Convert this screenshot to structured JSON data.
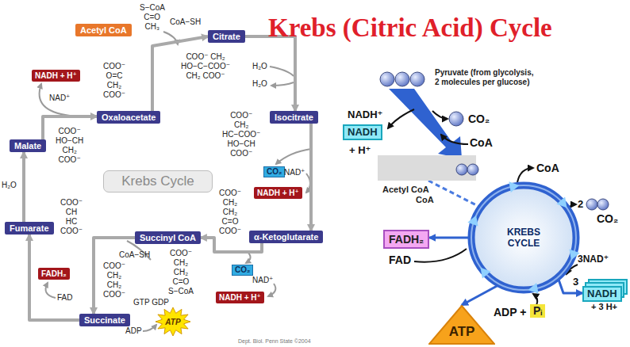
{
  "diagram": {
    "title": "Krebs (Citric Acid) Cycle",
    "nodes": [
      {
        "text": [
          "Acetyl CoA"
        ]
      },
      {
        "text": [
          "NADH + H⁺"
        ]
      },
      {
        "text": [
          "Oxaloacetate"
        ]
      },
      {
        "text": [
          "Citrate"
        ]
      },
      {
        "text": [
          "Isocitrate"
        ]
      },
      {
        "text": [
          "CO₂"
        ]
      },
      {
        "text": [
          "NADH + H⁺"
        ]
      },
      {
        "text": [
          "Malate"
        ]
      },
      {
        "text": [
          "Krebs Cycle"
        ]
      },
      {
        "text": [
          "α-Ketoglutarate"
        ]
      },
      {
        "text": [
          "Fumarate"
        ]
      },
      {
        "text": [
          "Succinyl CoA"
        ]
      },
      {
        "text": [
          "CO₂"
        ]
      },
      {
        "text": [
          "NADH + H⁺"
        ]
      },
      {
        "text": [
          "FADH₂"
        ]
      },
      {
        "text": [
          "Succinate"
        ]
      },
      {
        "text": [
          "ATP"
        ]
      },
      {
        "text": [
          "NADH"
        ]
      },
      {
        "text": [
          "Acetyl CoA",
          "CoA"
        ]
      },
      {
        "text": [
          "KREBS CYCLE"
        ]
      },
      {
        "text": [
          "FADH₂"
        ]
      },
      {
        "text": [
          "NADH"
        ]
      },
      {
        "text": [
          "Pᵢ"
        ]
      },
      {
        "text": [
          "ATP"
        ]
      }
    ],
    "edges": [
      {
        "from": 2,
        "to": 3,
        "arrow": "to"
      },
      {
        "from": 3,
        "to": 4,
        "arrow": "to"
      },
      {
        "from": 4,
        "to": 9,
        "arrow": "to"
      },
      {
        "from": 9,
        "to": 11,
        "arrow": "to"
      },
      {
        "from": 11,
        "to": 15,
        "arrow": "to"
      },
      {
        "from": 15,
        "to": 10,
        "arrow": "to"
      },
      {
        "from": 10,
        "to": 7,
        "arrow": "to"
      },
      {
        "from": 7,
        "to": 2,
        "arrow": "to"
      },
      {
        "from": 18,
        "to": 19,
        "arrow": "none"
      },
      {
        "from": 19,
        "to": 20,
        "arrow": "to"
      },
      {
        "from": 19,
        "to": 21,
        "arrow": "to"
      },
      {
        "from": 19,
        "to": 23,
        "arrow": "to"
      }
    ],
    "labels": [
      "S−CoA C=O CH₃",
      "CoA−SH",
      "NAD⁺",
      "COO⁻ O=C CH₂ COO⁻",
      "COO⁻ CH₂ HO−C−COO⁻ CH₂ COO⁻",
      "H₂O",
      "H₂O",
      "COO⁻ CH₂ HC−COO⁻ HO−CH COO⁻",
      "NAD⁺",
      "COO⁻ HO−CH CH₂ COO⁻",
      "H₂O",
      "COO⁻ CH₂ CH₂ C=O COO⁻",
      "COO⁻ CH HC COO⁻",
      "NAD⁺",
      "COO⁻ CH₂ CH₂ C=O S−CoA",
      "CoA−SH",
      "COO⁻ CH₂ CH₂ COO⁻",
      "FAD",
      "GTP GDP",
      "ADP",
      "Dept. Biol. Penn State ©2004",
      "Pyruvate (from glycolysis, 2 molecules per glucose)",
      "NADH⁺",
      "+ H⁺",
      "CO₂",
      "CoA",
      "CoA",
      "2",
      "CO₂",
      "3NAD⁺",
      "3",
      "+ 3 H+",
      "FAD",
      "ADP +"
    ]
  }
}
